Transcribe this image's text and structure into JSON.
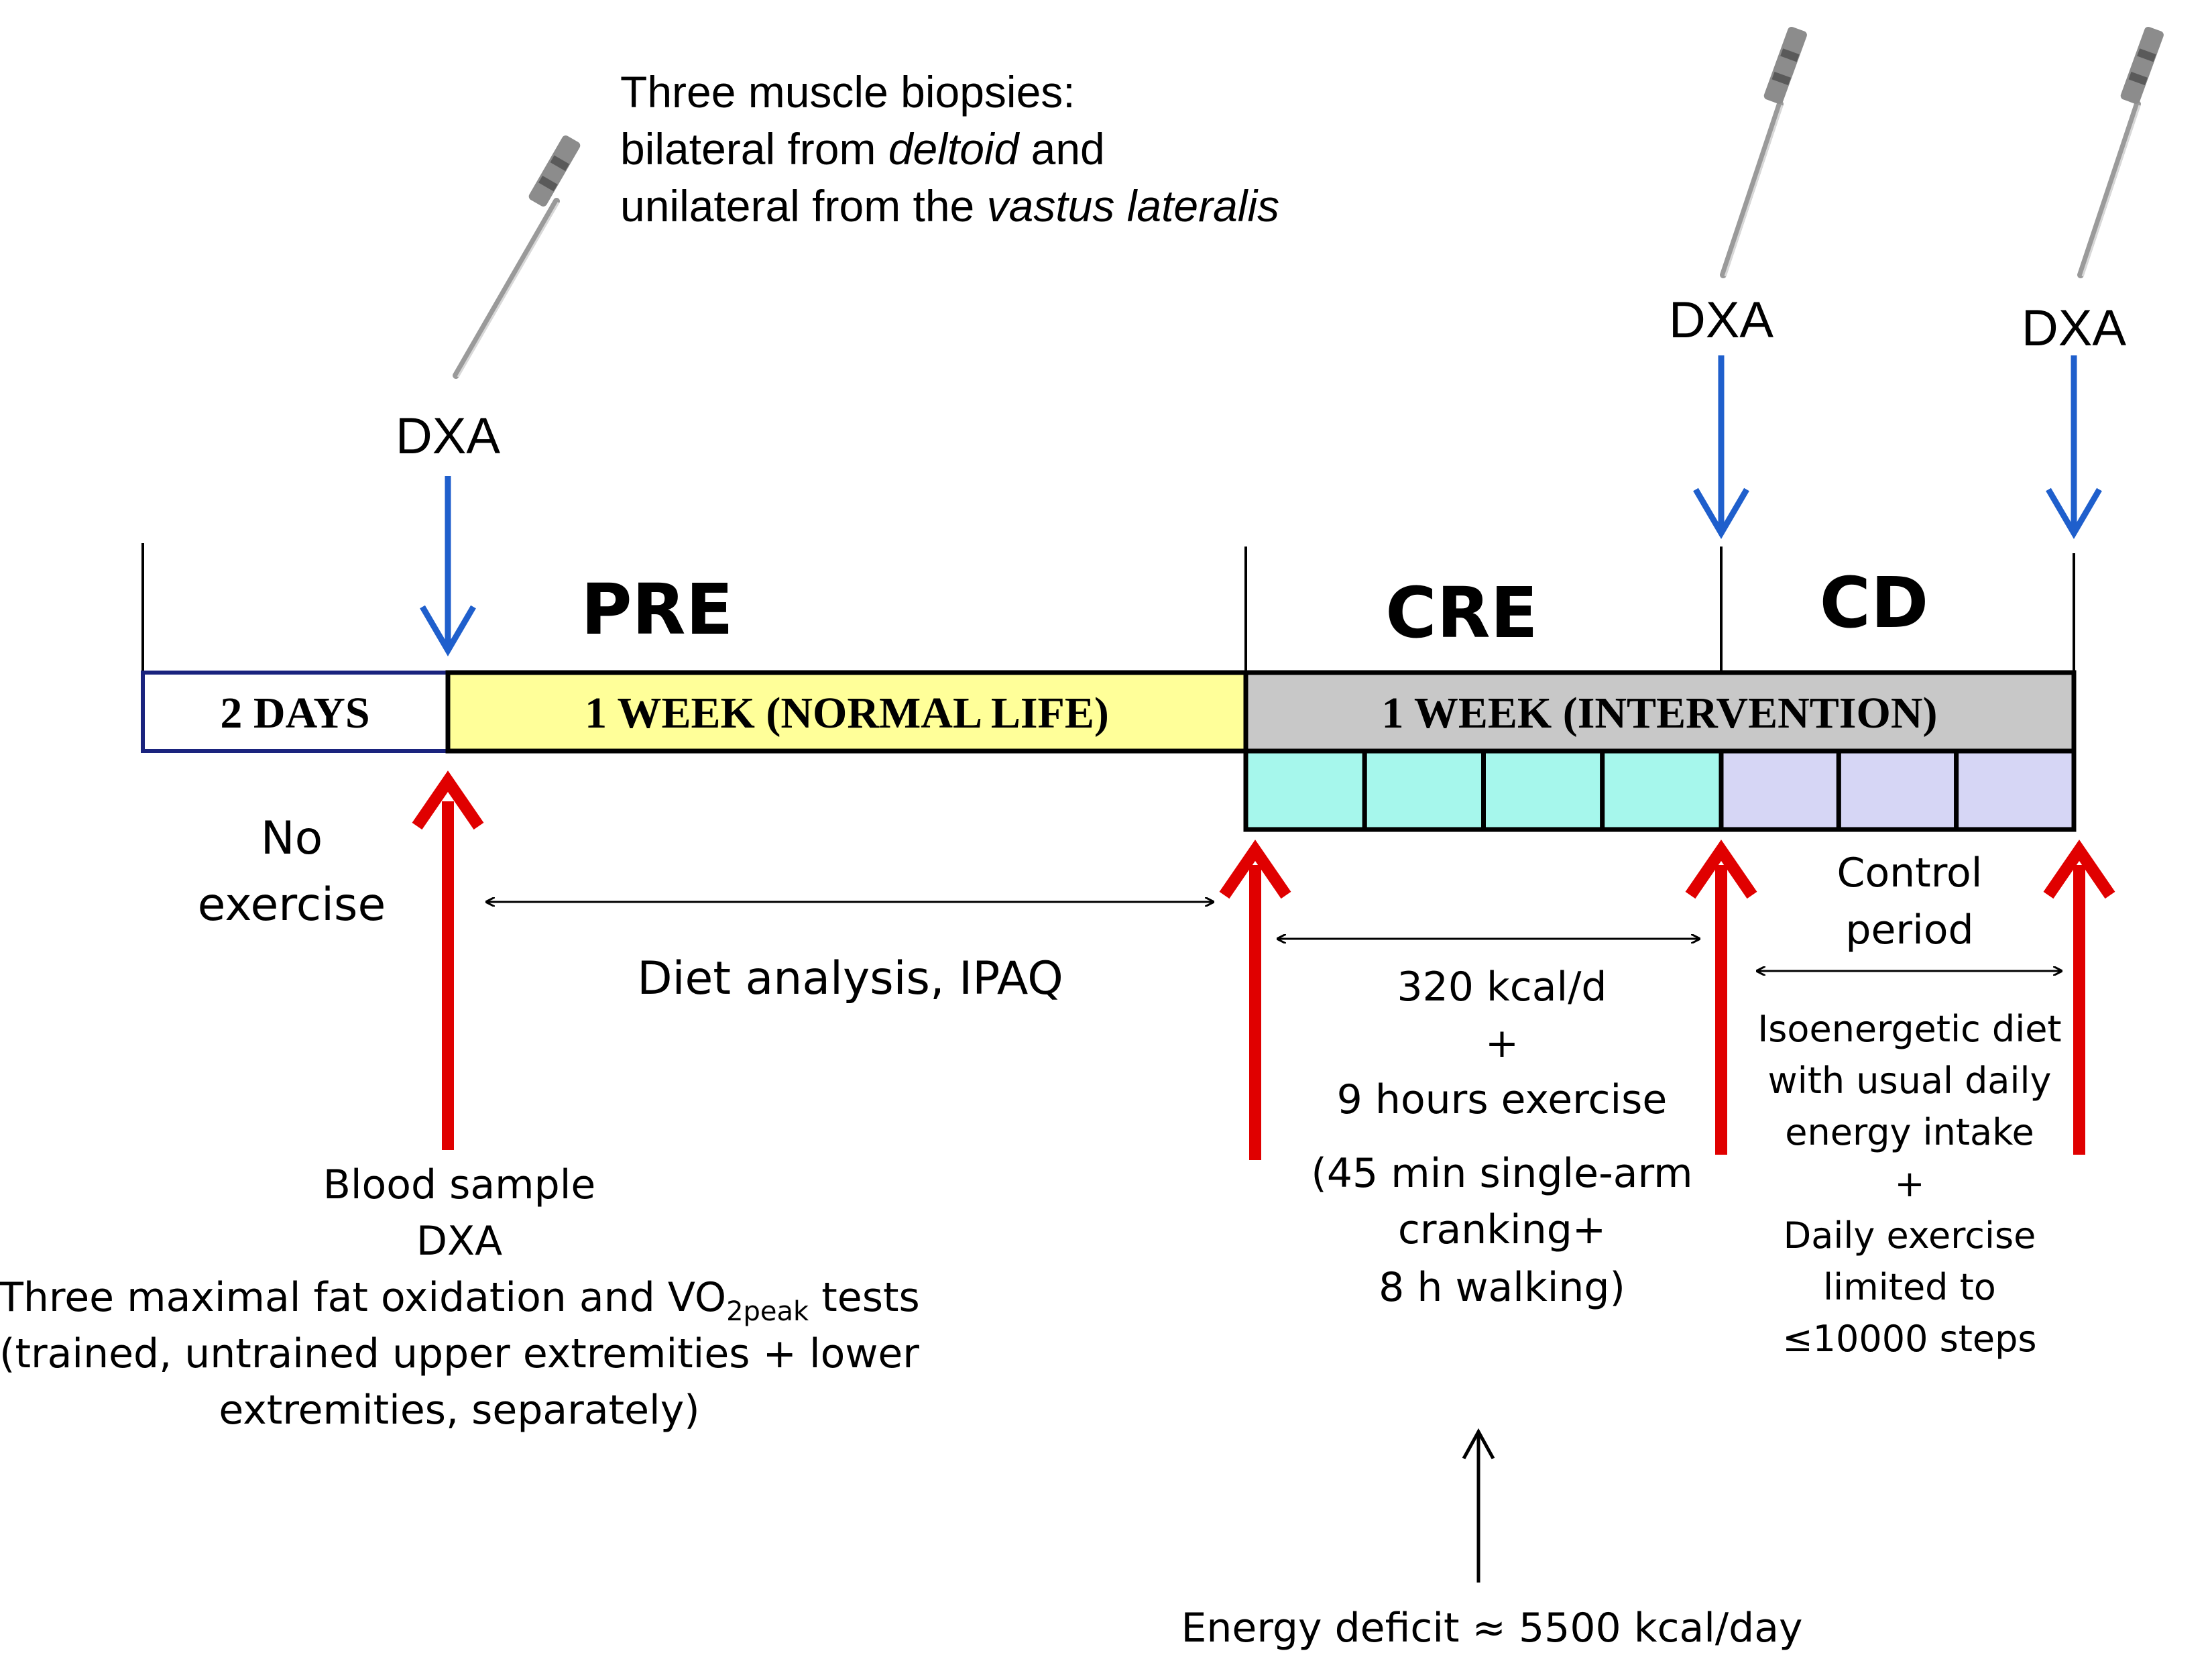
{
  "biopsy_note": {
    "line1": "Three muscle biopsies:",
    "line2_pre": "bilateral from ",
    "line2_ital": "deltoid",
    "line2_post": " and",
    "line3_pre": "unilateral from the ",
    "line3_ital": "vastus lateralis"
  },
  "dxa_labels": [
    "DXA",
    "DXA",
    "DXA"
  ],
  "phases": {
    "pre": "PRE",
    "cre": "CRE",
    "cd": "CD"
  },
  "timeline": {
    "days_box": "2 DAYS",
    "normal_life": "1 WEEK (NORMAL LIFE)",
    "intervention": "1 WEEK (INTERVENTION)",
    "cre_days": 4,
    "cd_days": 3
  },
  "colors": {
    "dxa_arrow": "#1f5fcc",
    "red_arrow": "#e00000",
    "days_border": "#1a237e",
    "normal_life_fill": "#ffff99",
    "intervention_fill": "#c8c8c8",
    "cre_day_fill": "#a6f7ec",
    "cd_day_fill": "#d6d6f5"
  },
  "no_exercise": [
    "No",
    "exercise"
  ],
  "diet_analysis": "Diet analysis, IPAQ",
  "baseline_tests": {
    "line1": "Blood sample",
    "line2": "DXA",
    "line3_pre": "Three maximal fat oxidation and VO",
    "line3_sub": "2peak",
    "line3_post": " tests",
    "line4": "(trained, untrained upper extremities + lower",
    "line5": "extremities, separately)"
  },
  "cre_details": {
    "line1": "320 kcal/d",
    "line2": "+",
    "line3": "9 hours exercise",
    "line4": "(45 min single-arm",
    "line5": "cranking+",
    "line6": "8 h walking)"
  },
  "control": {
    "title1": "Control",
    "title2": "period",
    "line1": "Isoenergetic diet",
    "line2": "with usual daily",
    "line3": "energy intake",
    "line4": "+",
    "line5": "Daily exercise",
    "line6": "limited to",
    "line7": "≤10000 steps"
  },
  "energy_deficit": "Energy deficit ≈ 5500 kcal/day"
}
